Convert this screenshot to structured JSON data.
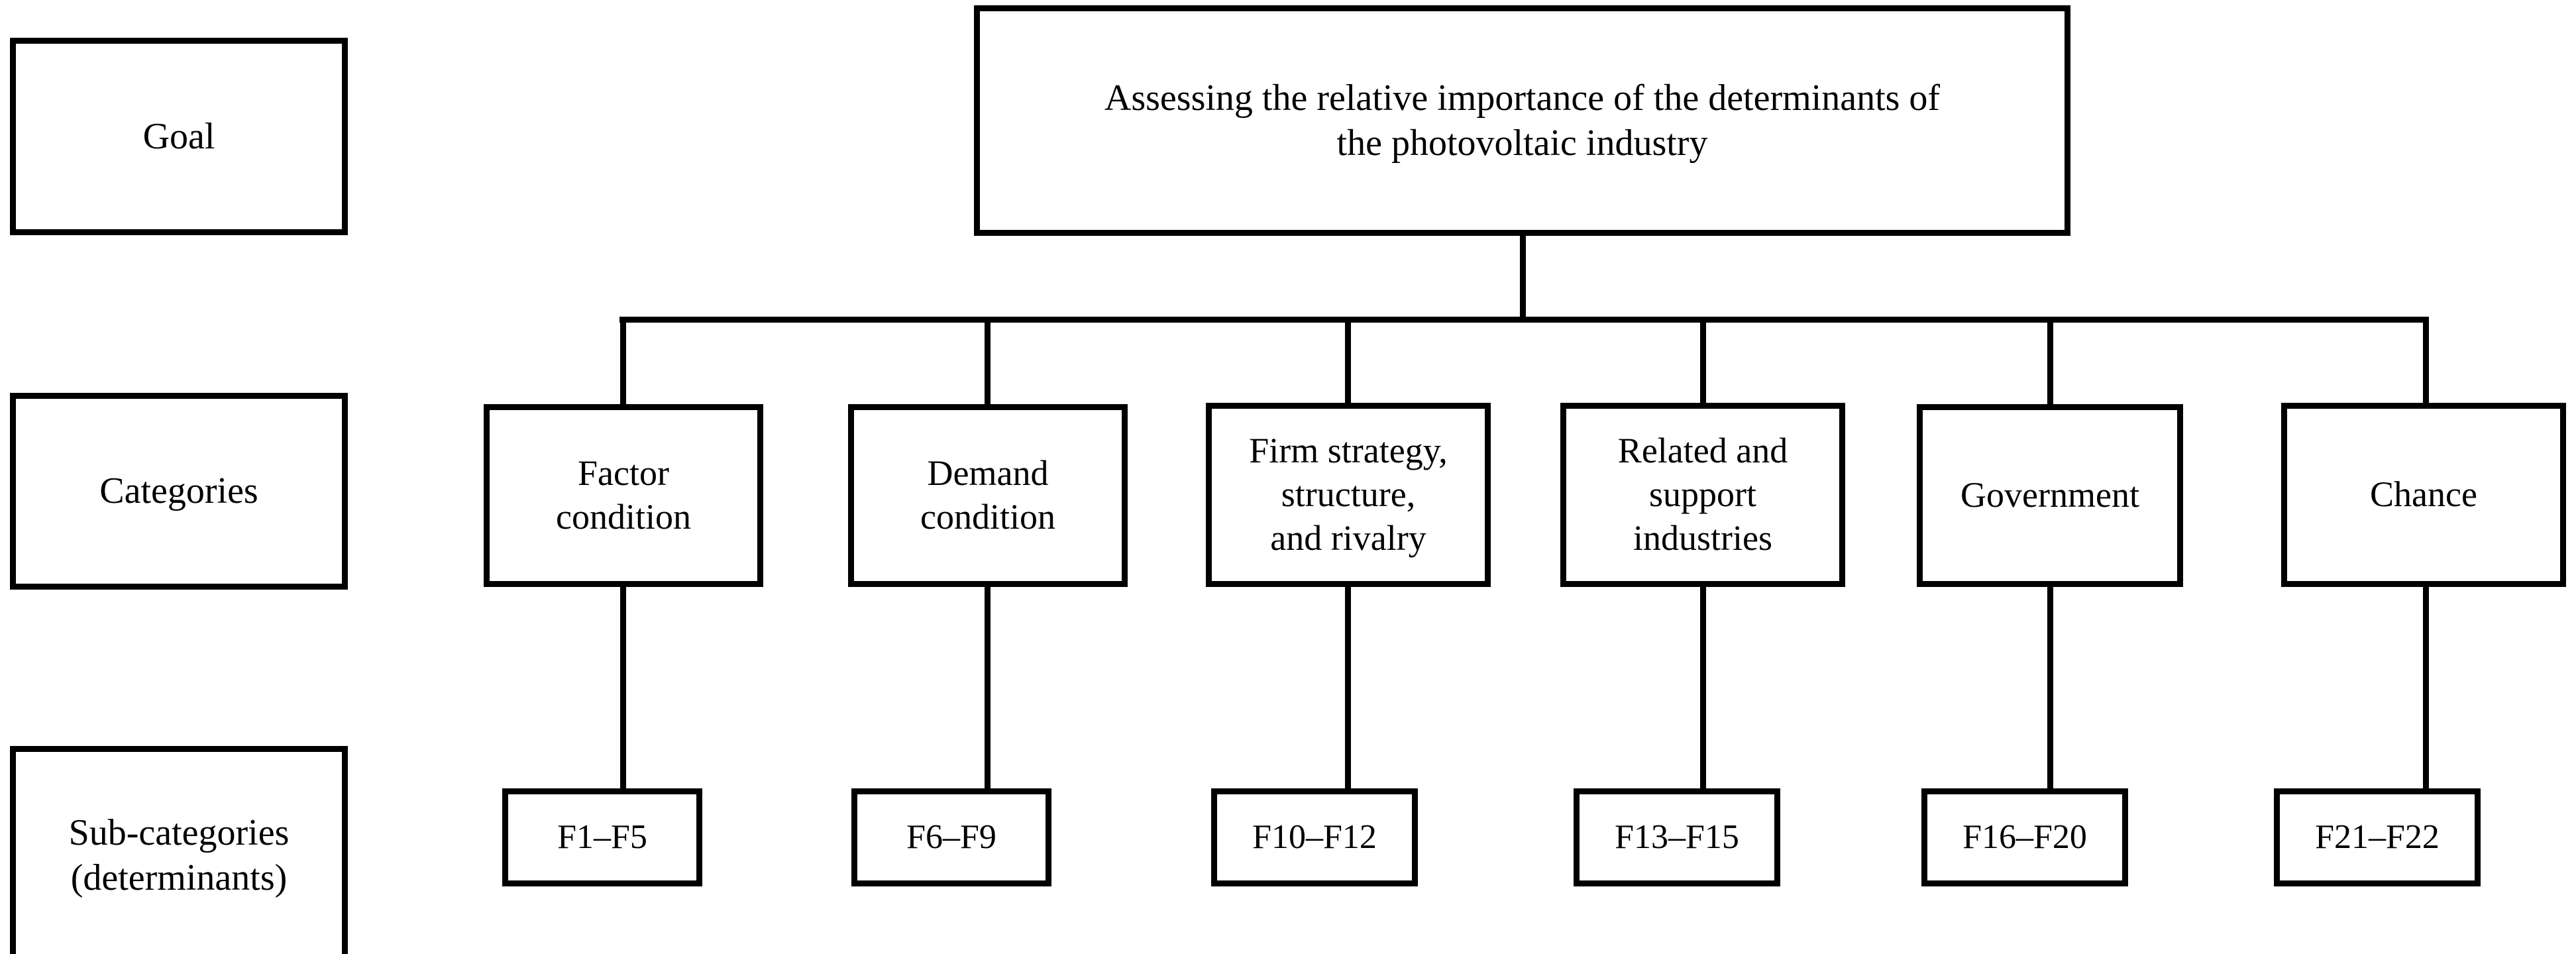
{
  "diagram": {
    "title_text": "Assessing the relative importance of the determinants of\nthe photovoltaic industry",
    "row_labels": [
      {
        "id": "goal",
        "label": "Goal"
      },
      {
        "id": "categories",
        "label": "Categories"
      },
      {
        "id": "sub-categories",
        "label": "Sub-categories\n(determinants)"
      }
    ],
    "goal": {
      "label": "Assessing the relative importance of the determinants of\nthe photovoltaic industry"
    },
    "categories": [
      {
        "id": "factor-condition",
        "label": "Factor\ncondition"
      },
      {
        "id": "demand-condition",
        "label": "Demand\ncondition"
      },
      {
        "id": "firm-strategy-structure-rivalry",
        "label": "Firm strategy,\nstructure,\nand rivalry"
      },
      {
        "id": "related-and-support-industries",
        "label": "Related and\nsupport\nindustries"
      },
      {
        "id": "government",
        "label": "Government"
      },
      {
        "id": "chance",
        "label": "Chance"
      }
    ],
    "sub_categories": [
      {
        "id": "f1-f5",
        "label": "F1–F5",
        "parent": "factor-condition"
      },
      {
        "id": "f6-f9",
        "label": "F6–F9",
        "parent": "demand-condition"
      },
      {
        "id": "f10-f12",
        "label": "F10–F12",
        "parent": "firm-strategy-structure-rivalry"
      },
      {
        "id": "f13-f15",
        "label": "F13–F15",
        "parent": "related-and-support-industries"
      },
      {
        "id": "f16-f20",
        "label": "F16–F20",
        "parent": "government"
      },
      {
        "id": "f21-f22",
        "label": "F21–F22",
        "parent": "chance"
      }
    ],
    "colors": {
      "background": "#ffffff",
      "stroke": "#000000",
      "text": "#000000"
    }
  }
}
